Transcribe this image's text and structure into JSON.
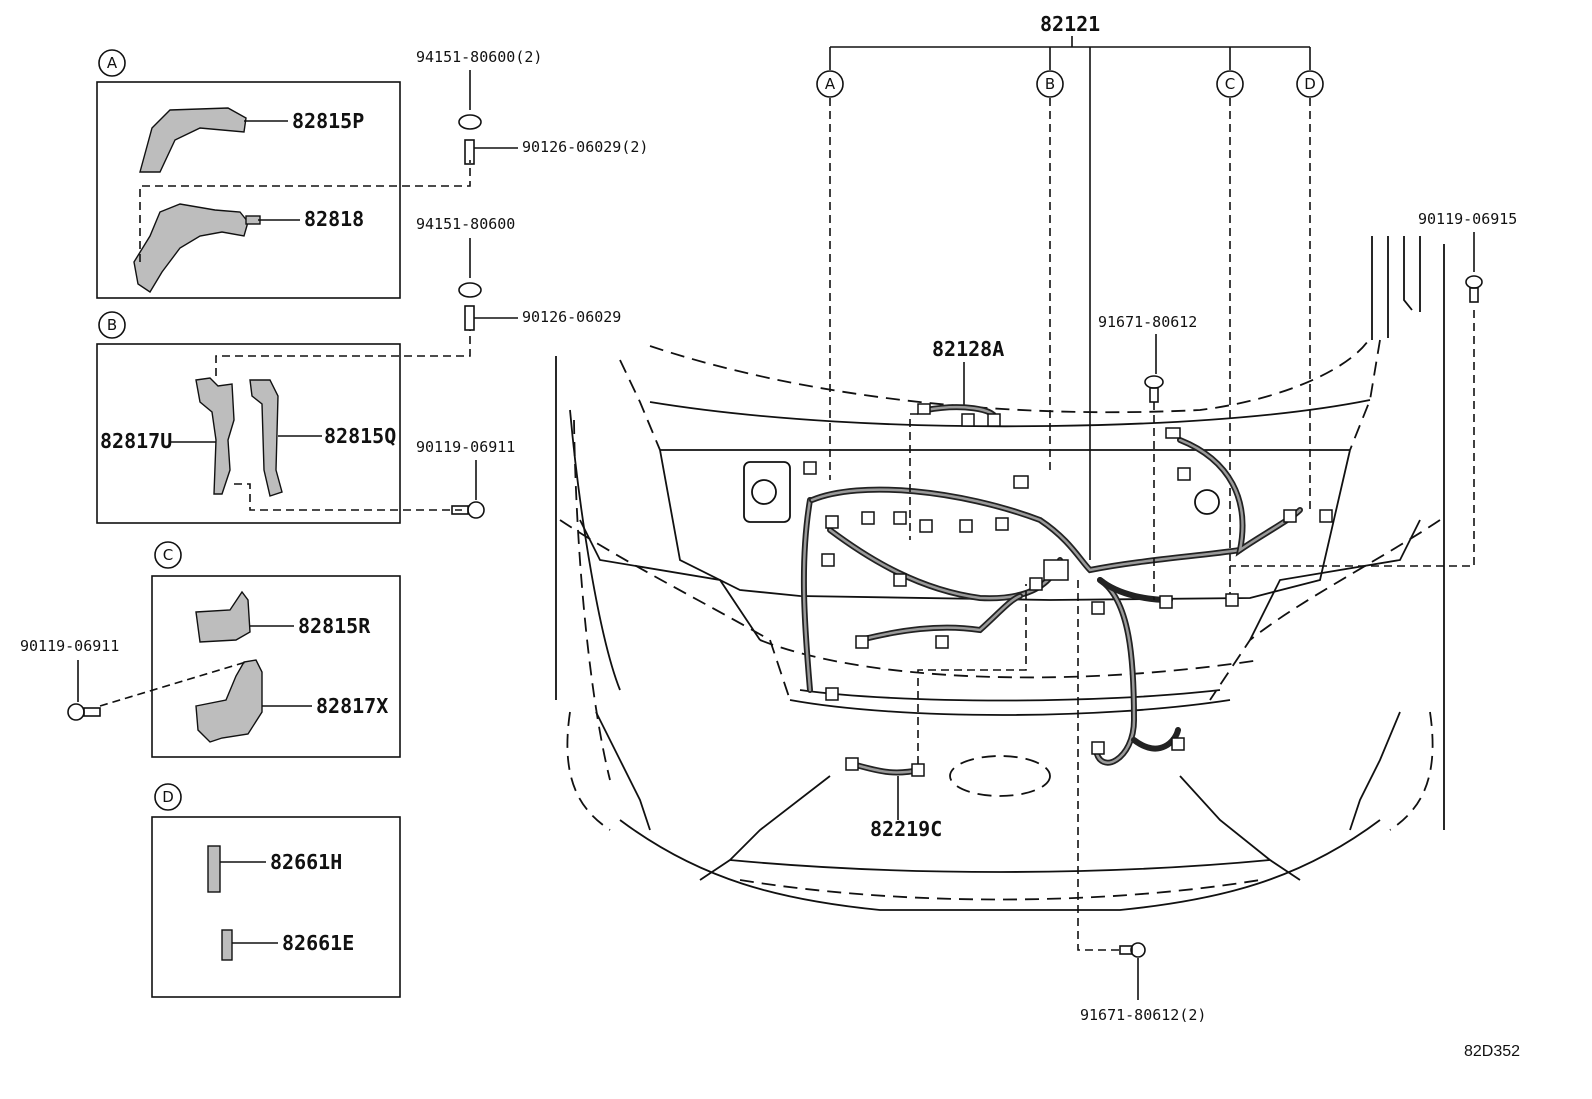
{
  "diagram": {
    "code": "82D352",
    "main_part": "82121",
    "callouts": [
      "A",
      "B",
      "C",
      "D"
    ],
    "parts": {
      "p82815P": "82815P",
      "p82818": "82818",
      "p82817U": "82817U",
      "p82815Q": "82815Q",
      "p82815R": "82815R",
      "p82817X": "82817X",
      "p82661H": "82661H",
      "p82661E": "82661E",
      "p82128A": "82128A",
      "p82219C": "82219C"
    },
    "fasteners": {
      "nut_a": "94151-80600(2)",
      "stud_a": "90126-06029(2)",
      "nut_b": "94151-80600",
      "stud_b": "90126-06029",
      "bolt_b": "90119-06911",
      "bolt_c": "90119-06911",
      "bolt_right": "90119-06915",
      "clip_top": "91671-80612",
      "clip_bottom": "91671-80612(2)"
    }
  }
}
